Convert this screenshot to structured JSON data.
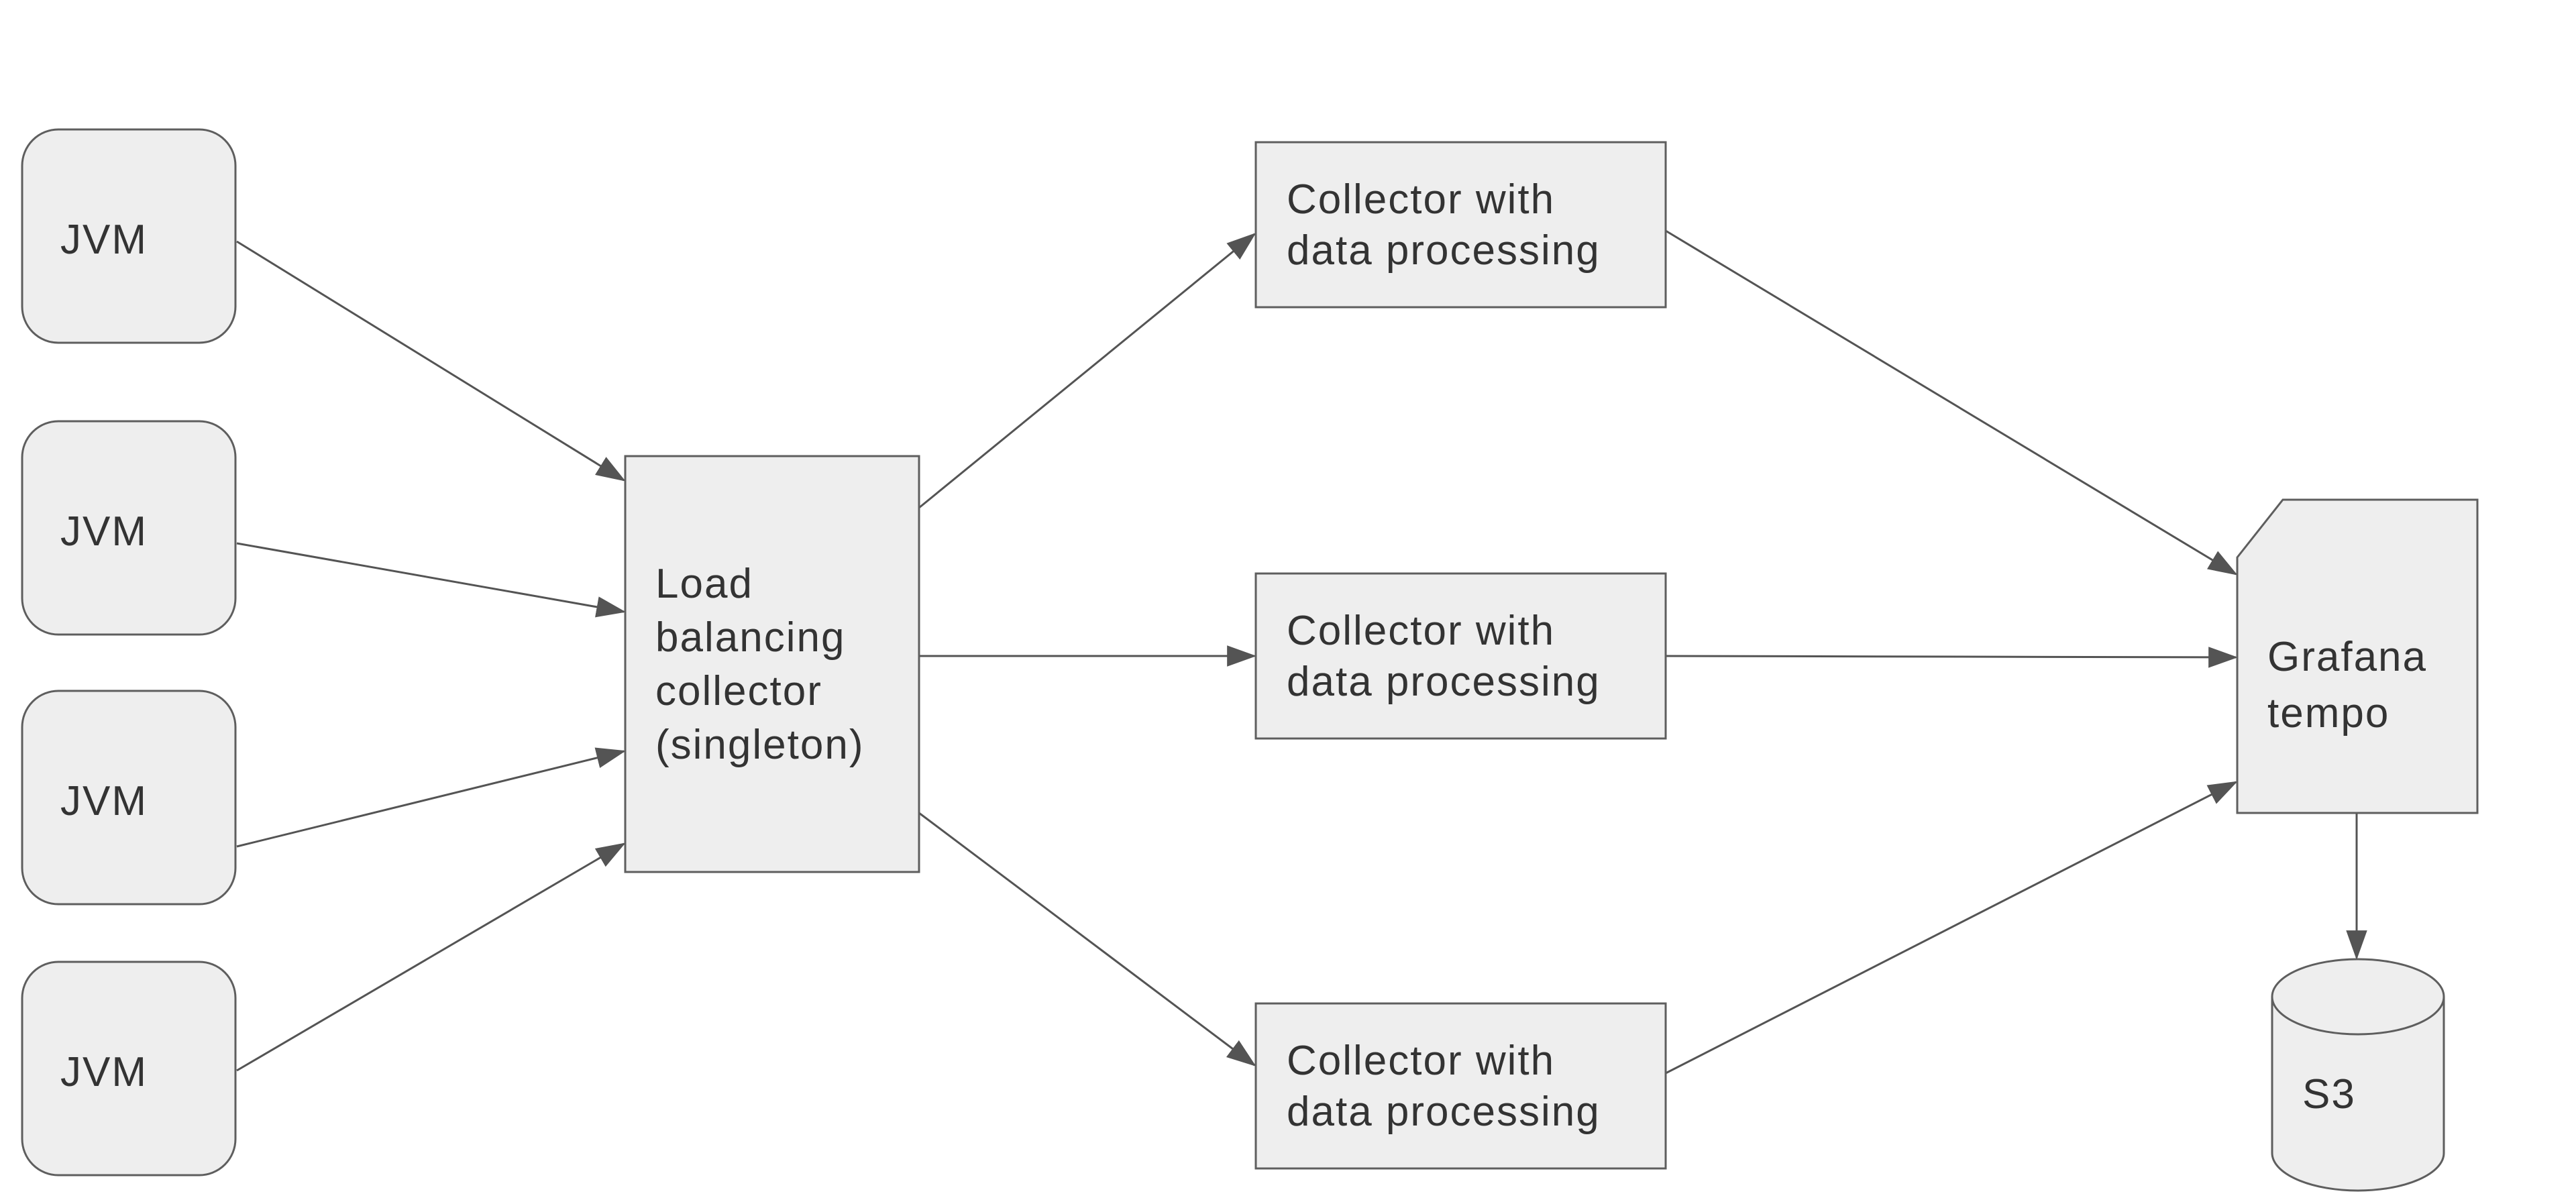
{
  "diagram": {
    "type": "architecture-flow-diagram",
    "background": "#ffffff",
    "style": {
      "node_fill": "#eeeeee",
      "node_stroke": "#5e5e5e",
      "edge_color": "#545454",
      "text_color": "#333333"
    },
    "nodes": {
      "jvm_1": {
        "label": "JVM",
        "shape": "rounded-square"
      },
      "jvm_2": {
        "label": "JVM",
        "shape": "rounded-square"
      },
      "jvm_3": {
        "label": "JVM",
        "shape": "rounded-square"
      },
      "jvm_4": {
        "label": "JVM",
        "shape": "rounded-square"
      },
      "load_balancer": {
        "lines": [
          "Load",
          "balancing",
          "collector",
          "(singleton)"
        ],
        "shape": "rectangle"
      },
      "collector_top": {
        "lines": [
          "Collector with",
          "data processing"
        ],
        "shape": "rectangle"
      },
      "collector_middle": {
        "lines": [
          "Collector with",
          "data processing"
        ],
        "shape": "rectangle"
      },
      "collector_bottom": {
        "lines": [
          "Collector with",
          "data processing"
        ],
        "shape": "rectangle"
      },
      "grafana_tempo": {
        "lines": [
          "Grafana",
          "tempo"
        ],
        "shape": "card-cut-corner"
      },
      "s3": {
        "label": "S3",
        "shape": "cylinder"
      }
    },
    "edges": [
      {
        "from": "jvm_1",
        "to": "load_balancer",
        "arrow": "triangle"
      },
      {
        "from": "jvm_2",
        "to": "load_balancer",
        "arrow": "triangle"
      },
      {
        "from": "jvm_3",
        "to": "load_balancer",
        "arrow": "triangle"
      },
      {
        "from": "jvm_4",
        "to": "load_balancer",
        "arrow": "triangle"
      },
      {
        "from": "load_balancer",
        "to": "collector_top",
        "arrow": "triangle"
      },
      {
        "from": "load_balancer",
        "to": "collector_middle",
        "arrow": "triangle"
      },
      {
        "from": "load_balancer",
        "to": "collector_bottom",
        "arrow": "triangle"
      },
      {
        "from": "collector_top",
        "to": "grafana_tempo",
        "arrow": "triangle"
      },
      {
        "from": "collector_middle",
        "to": "grafana_tempo",
        "arrow": "triangle"
      },
      {
        "from": "collector_bottom",
        "to": "grafana_tempo",
        "arrow": "triangle"
      },
      {
        "from": "grafana_tempo",
        "to": "s3",
        "arrow": "triangle"
      }
    ]
  }
}
